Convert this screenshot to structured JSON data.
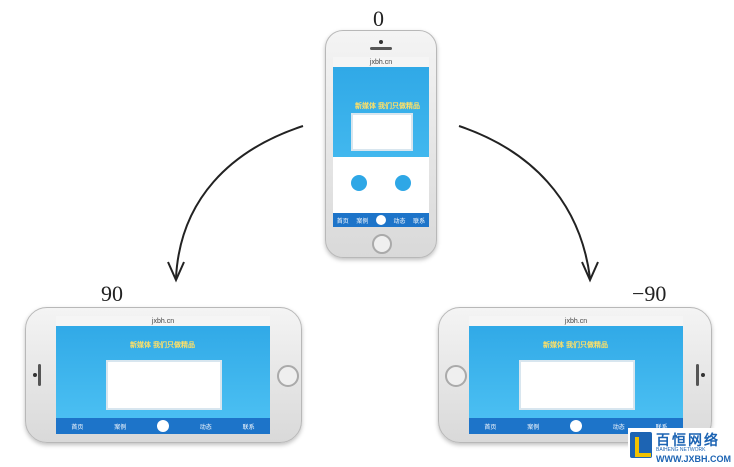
{
  "labels": {
    "top": "0",
    "left": "90",
    "right": "−90"
  },
  "phone": {
    "url": "jxbh.cn",
    "slogan": "新媒体 我们只做精品"
  },
  "portrait_nav": [
    "首页",
    "案例",
    "",
    "动态",
    "联系"
  ],
  "landscape_nav": [
    "首页",
    "案例",
    "",
    "动态",
    "联系"
  ],
  "watermark": {
    "name": "百恒网络",
    "sub": "BAIHENG NETWORK",
    "url": "WWW.JXBH.COM"
  },
  "colors": {
    "screen": "#2ea7e6",
    "nav": "#1d74c9",
    "arrow": "#222222"
  }
}
